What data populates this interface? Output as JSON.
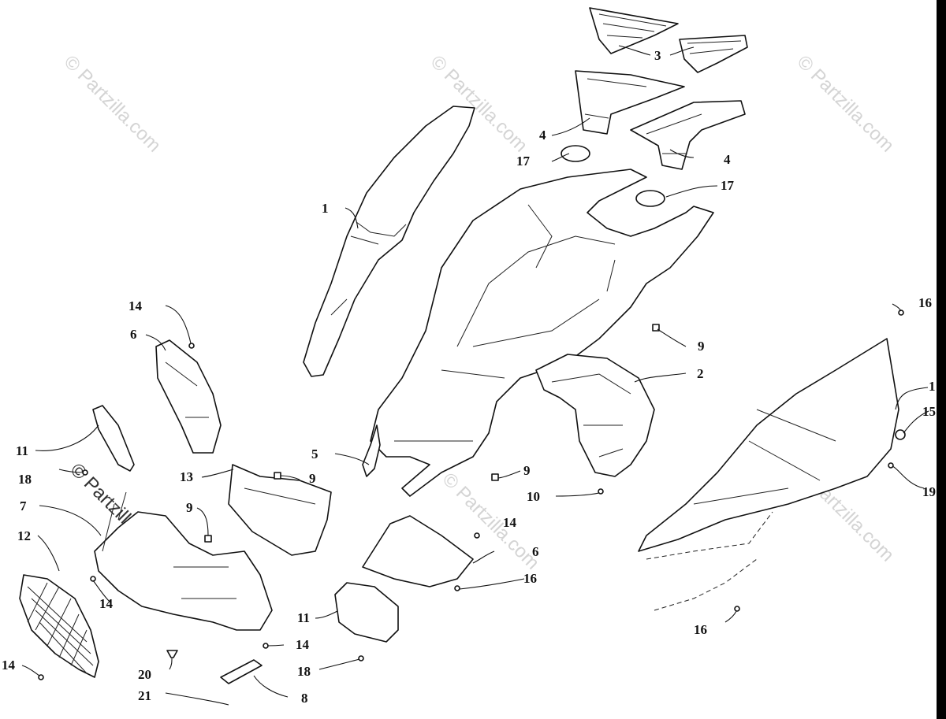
{
  "watermark": {
    "text": "© Partzilla.com"
  },
  "callouts": [
    {
      "id": "c1a",
      "text": "1"
    },
    {
      "id": "c1b",
      "text": "1"
    },
    {
      "id": "c2",
      "text": "2"
    },
    {
      "id": "c3",
      "text": "3"
    },
    {
      "id": "c4a",
      "text": "4"
    },
    {
      "id": "c4b",
      "text": "4"
    },
    {
      "id": "c5",
      "text": "5"
    },
    {
      "id": "c6a",
      "text": "6"
    },
    {
      "id": "c6b",
      "text": "6"
    },
    {
      "id": "c7",
      "text": "7"
    },
    {
      "id": "c8",
      "text": "8"
    },
    {
      "id": "c9a",
      "text": "9"
    },
    {
      "id": "c9b",
      "text": "9"
    },
    {
      "id": "c9c",
      "text": "9"
    },
    {
      "id": "c9d",
      "text": "9"
    },
    {
      "id": "c10",
      "text": "10"
    },
    {
      "id": "c11a",
      "text": "11"
    },
    {
      "id": "c11b",
      "text": "11"
    },
    {
      "id": "c12",
      "text": "12"
    },
    {
      "id": "c13",
      "text": "13"
    },
    {
      "id": "c14a",
      "text": "14"
    },
    {
      "id": "c14b",
      "text": "14"
    },
    {
      "id": "c14c",
      "text": "14"
    },
    {
      "id": "c14d",
      "text": "14"
    },
    {
      "id": "c14e",
      "text": "14"
    },
    {
      "id": "c15",
      "text": "15"
    },
    {
      "id": "c16a",
      "text": "16"
    },
    {
      "id": "c16b",
      "text": "16"
    },
    {
      "id": "c16c",
      "text": "16"
    },
    {
      "id": "c17a",
      "text": "17"
    },
    {
      "id": "c17b",
      "text": "17"
    },
    {
      "id": "c18a",
      "text": "18"
    },
    {
      "id": "c18b",
      "text": "18"
    },
    {
      "id": "c19",
      "text": "19"
    },
    {
      "id": "c20",
      "text": "20"
    },
    {
      "id": "c21",
      "text": "21"
    }
  ]
}
